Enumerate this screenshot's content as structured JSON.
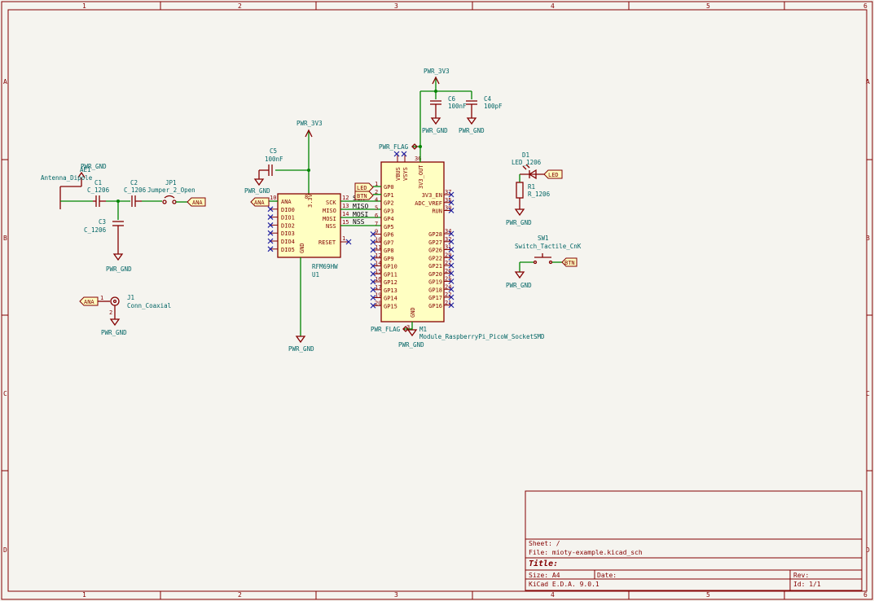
{
  "frame": {
    "col_labels": [
      "1",
      "2",
      "3",
      "4",
      "5",
      "6"
    ],
    "row_labels": [
      "A",
      "B",
      "C",
      "D"
    ]
  },
  "title_block": {
    "sheet": "Sheet: /",
    "file": "File: mioty-example.kicad_sch",
    "title": "Title:",
    "size": "Size: A4",
    "date": "Date:",
    "rev": "Rev:",
    "tool": "KiCad E.D.A. 9.0.1",
    "id": "Id: 1/1"
  },
  "power": {
    "pwr_3v3": "PWR_3V3",
    "pwr_gnd": "PWR_GND",
    "pwr_flag": "PWR_FLAG"
  },
  "labels": {
    "ana": "ANA",
    "led": "LED",
    "btn": "BTN"
  },
  "components": {
    "ae1": {
      "ref": "AE1",
      "value": "Antenna_Dipole"
    },
    "c1": {
      "ref": "C1",
      "value": "C_1206"
    },
    "c2": {
      "ref": "C2",
      "value": "C_1206"
    },
    "c3": {
      "ref": "C3",
      "value": "C_1206"
    },
    "jp1": {
      "ref": "JP1",
      "value": "Jumper_2_Open"
    },
    "j1": {
      "ref": "J1",
      "value": "Conn_Coaxial",
      "pin1": "1",
      "pin2": "2"
    },
    "c5": {
      "ref": "C5",
      "value": "100nF"
    },
    "c6": {
      "ref": "C6",
      "value": "100nF"
    },
    "c4": {
      "ref": "C4",
      "value": "100pF"
    },
    "u1": {
      "ref": "U1",
      "value": "RFM69HW",
      "left_pins": [
        "ANA",
        "DIO0",
        "DIO1",
        "DIO2",
        "DIO3",
        "DIO4",
        "DIO5"
      ],
      "right_pins": [
        "SCK",
        "MISO",
        "MOSI",
        "NSS"
      ],
      "reset": "RESET",
      "v33": "3.3V",
      "gnd": "GND",
      "pin_nums": {
        "ana": "10",
        "v33": "8",
        "sck": "12",
        "miso": "13",
        "mosi": "14",
        "nss": "15",
        "reset": "1"
      }
    },
    "m1": {
      "ref": "M1",
      "value": "Module_RaspberryPi_PicoW_SocketSMD",
      "left_pins": [
        "GP0",
        "GP1",
        "GP2",
        "GP3",
        "GP4",
        "GP5",
        "GP6",
        "GP7",
        "GP8",
        "GP9",
        "GP10",
        "GP11",
        "GP12",
        "GP13",
        "GP14",
        "GP15"
      ],
      "right_top_pins": [
        "3V3_EN",
        "ADC_VREF",
        "RUN"
      ],
      "right_pins": [
        "GP28",
        "GP27",
        "GP26",
        "GP22",
        "GP21",
        "GP20",
        "GP19",
        "GP18",
        "GP17",
        "GP16"
      ],
      "top_pins": [
        "VBUS",
        "VSYS",
        "3V3_OUT"
      ],
      "gnd": "GND",
      "pin_nums": {
        "v3out": "36",
        "gnd": "3"
      },
      "left_pin_nums": [
        "1",
        "2",
        "4",
        "5",
        "6",
        "7",
        "9",
        "10",
        "11",
        "12",
        "14",
        "15",
        "16",
        "17",
        "19",
        "20"
      ],
      "right_top_nums": [
        "37",
        "35",
        "30"
      ],
      "right_nums": [
        "34",
        "32",
        "31",
        "29",
        "27",
        "26",
        "25",
        "24",
        "22",
        "21"
      ]
    },
    "d1": {
      "ref": "D1",
      "value": "LED_1206"
    },
    "r1": {
      "ref": "R1",
      "value": "R_1206"
    },
    "sw1": {
      "ref": "SW1",
      "value": "Switch_Tactile_CnK"
    }
  },
  "net_labels": {
    "sck": "SCK",
    "miso": "MISO",
    "mosi": "MOSI",
    "nss": "NSS"
  }
}
